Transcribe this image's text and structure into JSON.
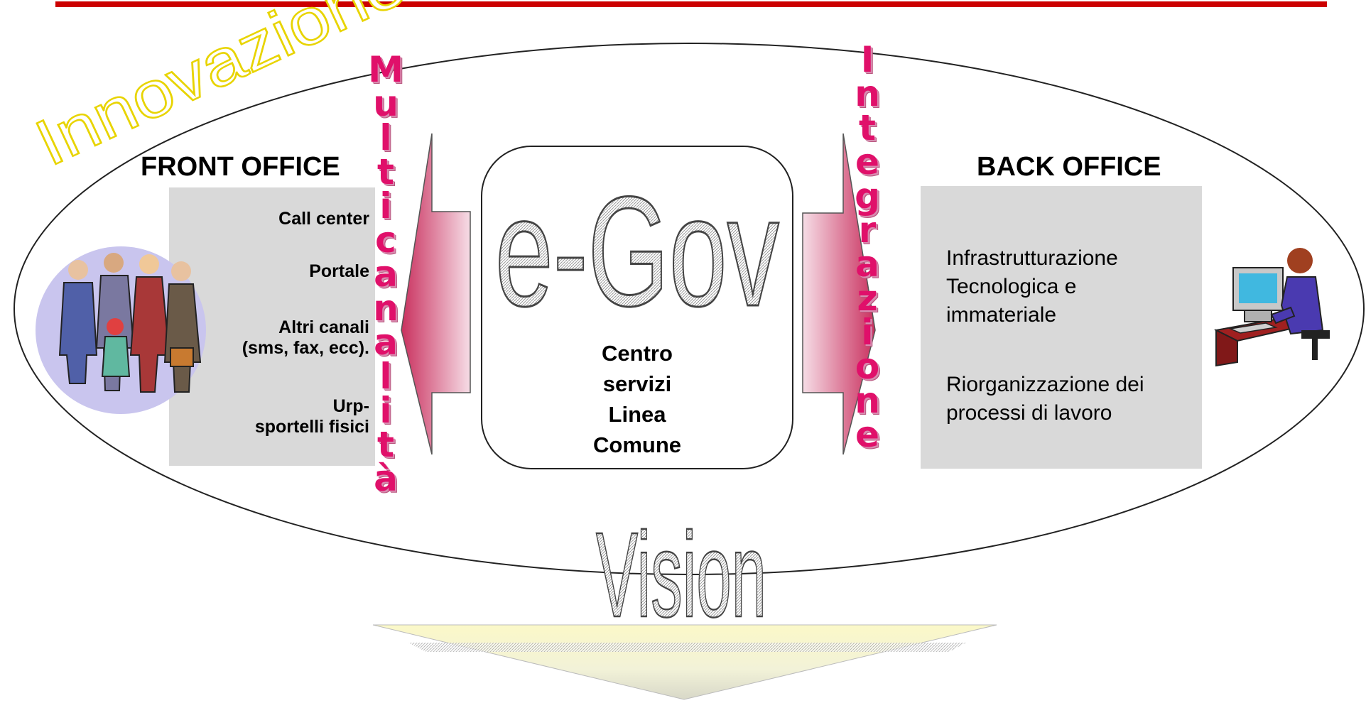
{
  "banner": {
    "word": "Innovazione",
    "outline_color": "#e8d400"
  },
  "accent_red": "#cc0000",
  "front_office": {
    "heading": "FRONT OFFICE",
    "channels": [
      "Call center",
      "Portale",
      "Altri canali\n(sms, fax, ecc).",
      "Urp-\nsportelli fisici"
    ],
    "vertical_word": "Multicanalità"
  },
  "center": {
    "logo": "e-Gov",
    "lines": [
      "Centro",
      "servizi",
      "Linea",
      "Comune"
    ]
  },
  "back_office": {
    "heading": "BACK OFFICE",
    "items": [
      "Infrastrutturazione\nTecnologica e\nimmateriale",
      "Riorganizzazione dei\nprocessi di lavoro"
    ],
    "vertical_word": "Integrazione"
  },
  "vision": {
    "word": "Vision"
  },
  "colors": {
    "pink": "#e0106a",
    "grey_box": "#d9d9d9",
    "arrow_fill": "#fafac8"
  },
  "icons": {
    "people": "people-group-icon",
    "worker": "computer-worker-icon"
  }
}
